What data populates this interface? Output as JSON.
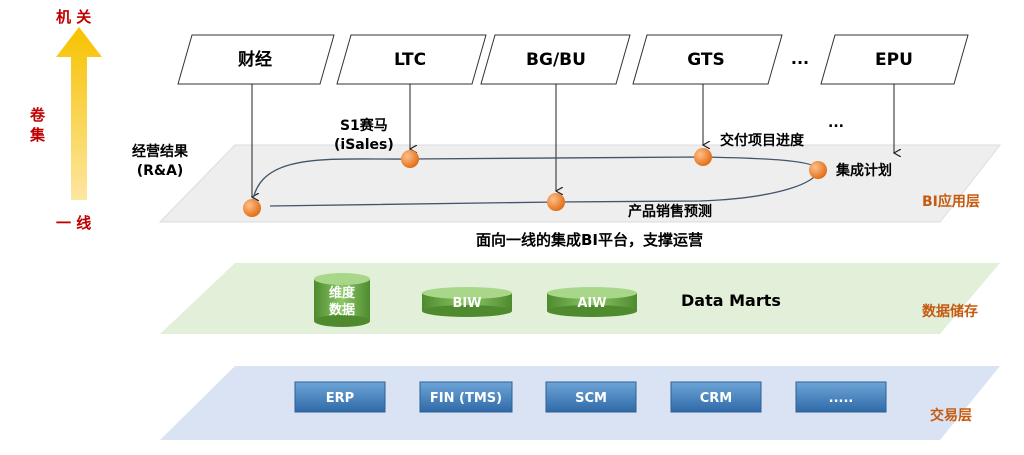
{
  "arrow": {
    "top_label": "机 关",
    "middle_label": "卷\n集",
    "bottom_label": "一 线"
  },
  "top_boxes": [
    "财经",
    "LTC",
    "BG/BU",
    "GTS",
    "EPU"
  ],
  "top_ellipsis": "...",
  "bi_layer": {
    "label": "BI应用层",
    "annotations": {
      "results": "经营结果\n(R&A)",
      "s1": "S1赛马\n(iSales)",
      "delivery": "交付项目进度",
      "plan": "集成计划",
      "forecast": "产品销售预测",
      "dots": "..."
    },
    "caption": "面向一线的集成BI平台，支撑运营"
  },
  "data_layer": {
    "label": "数据储存",
    "cylinders": [
      "维度\n数据",
      "BIW",
      "AIW"
    ],
    "marts": "Data Marts"
  },
  "trans_layer": {
    "label": "交易层",
    "systems": [
      "ERP",
      "FIN (TMS)",
      "SCM",
      "CRM",
      "....."
    ]
  },
  "colors": {
    "arrow": "#f5b400",
    "bi_plane": "#eeeeee",
    "data_plane": "#e2efd9",
    "trans_plane": "#dae3f3",
    "system_box": "#4a86c5",
    "cylinder": "#70ad47",
    "dot": "#f08030",
    "layer_label": "#c55a11",
    "arrow_label": "#c00000"
  }
}
